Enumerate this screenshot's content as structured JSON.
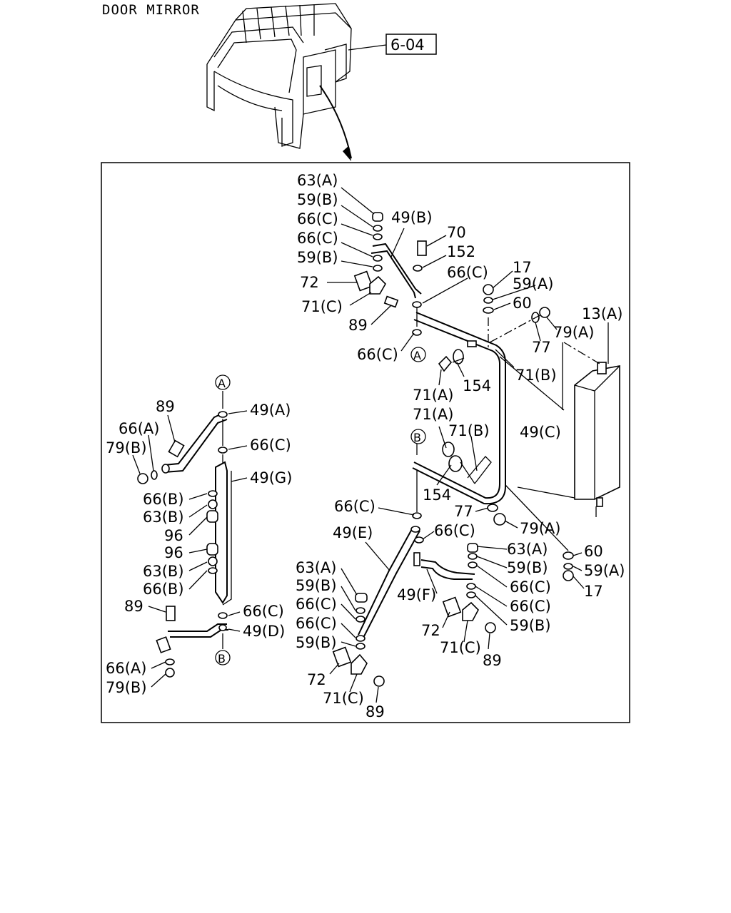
{
  "title": "DOOR MIRROR",
  "ref_box": "6-04",
  "circle_refs": {
    "a_upper": "A",
    "a_left": "A",
    "b_upper": "B",
    "b_left": "B"
  },
  "callouts": [
    {
      "id": "c01",
      "text": "63(A)"
    },
    {
      "id": "c02",
      "text": "59(B)"
    },
    {
      "id": "c03",
      "text": "66(C)"
    },
    {
      "id": "c04",
      "text": "66(C)"
    },
    {
      "id": "c05",
      "text": "59(B)"
    },
    {
      "id": "c06",
      "text": "72"
    },
    {
      "id": "c07",
      "text": "71(C)"
    },
    {
      "id": "c08",
      "text": "89"
    },
    {
      "id": "c09",
      "text": "49(B)"
    },
    {
      "id": "c10",
      "text": "70"
    },
    {
      "id": "c11",
      "text": "152"
    },
    {
      "id": "c12",
      "text": "66(C)"
    },
    {
      "id": "c13",
      "text": "17"
    },
    {
      "id": "c14",
      "text": "59(A)"
    },
    {
      "id": "c15",
      "text": "60"
    },
    {
      "id": "c16",
      "text": "13(A)"
    },
    {
      "id": "c17",
      "text": "79(A)"
    },
    {
      "id": "c18",
      "text": "77"
    },
    {
      "id": "c19",
      "text": "66(C)"
    },
    {
      "id": "c20",
      "text": "71(B)"
    },
    {
      "id": "c21",
      "text": "154"
    },
    {
      "id": "c22",
      "text": "71(A)"
    },
    {
      "id": "c23",
      "text": "71(A)"
    },
    {
      "id": "c24",
      "text": "71(B)"
    },
    {
      "id": "c25",
      "text": "49(C)"
    },
    {
      "id": "c26",
      "text": "154"
    },
    {
      "id": "c27",
      "text": "77"
    },
    {
      "id": "c28",
      "text": "79(A)"
    },
    {
      "id": "c29",
      "text": "66(C)"
    },
    {
      "id": "c30",
      "text": "49(E)"
    },
    {
      "id": "c31",
      "text": "66(C)"
    },
    {
      "id": "c32",
      "text": "63(A)"
    },
    {
      "id": "c33",
      "text": "59(B)"
    },
    {
      "id": "c34",
      "text": "66(C)"
    },
    {
      "id": "c35",
      "text": "66(C)"
    },
    {
      "id": "c36",
      "text": "59(B)"
    },
    {
      "id": "c37",
      "text": "60"
    },
    {
      "id": "c38",
      "text": "59(A)"
    },
    {
      "id": "c39",
      "text": "17"
    },
    {
      "id": "c40",
      "text": "49(F)"
    },
    {
      "id": "c41",
      "text": "72"
    },
    {
      "id": "c42",
      "text": "71(C)"
    },
    {
      "id": "c43",
      "text": "89"
    },
    {
      "id": "c44",
      "text": "63(A)"
    },
    {
      "id": "c45",
      "text": "59(B)"
    },
    {
      "id": "c46",
      "text": "66(C)"
    },
    {
      "id": "c47",
      "text": "66(C)"
    },
    {
      "id": "c48",
      "text": "59(B)"
    },
    {
      "id": "c49",
      "text": "72"
    },
    {
      "id": "c50",
      "text": "71(C)"
    },
    {
      "id": "c51",
      "text": "89"
    },
    {
      "id": "c52",
      "text": "89"
    },
    {
      "id": "c53",
      "text": "49(A)"
    },
    {
      "id": "c54",
      "text": "66(A)"
    },
    {
      "id": "c55",
      "text": "79(B)"
    },
    {
      "id": "c56",
      "text": "66(C)"
    },
    {
      "id": "c57",
      "text": "49(G)"
    },
    {
      "id": "c58",
      "text": "66(B)"
    },
    {
      "id": "c59",
      "text": "63(B)"
    },
    {
      "id": "c60",
      "text": "96"
    },
    {
      "id": "c61",
      "text": "96"
    },
    {
      "id": "c62",
      "text": "63(B)"
    },
    {
      "id": "c63",
      "text": "66(B)"
    },
    {
      "id": "c64",
      "text": "89"
    },
    {
      "id": "c65",
      "text": "66(C)"
    },
    {
      "id": "c66",
      "text": "49(D)"
    },
    {
      "id": "c67",
      "text": "66(A)"
    },
    {
      "id": "c68",
      "text": "79(B)"
    }
  ]
}
